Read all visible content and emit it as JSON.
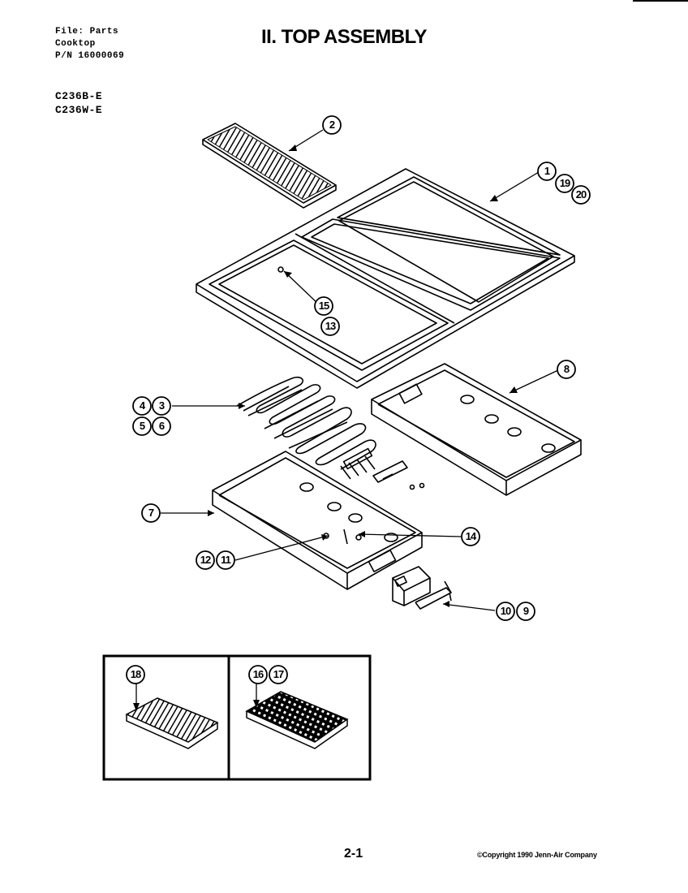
{
  "header": {
    "file_line": "File: Parts",
    "product_line": "Cooktop",
    "pn_line": "P/N 16000069"
  },
  "title": "II. TOP ASSEMBLY",
  "models": [
    "C236B-E",
    "C236W-E"
  ],
  "callouts": {
    "c1": "1",
    "c19": "19",
    "c20": "20",
    "c2": "2",
    "c15": "15",
    "c13": "13",
    "c8": "8",
    "c4": "4",
    "c3": "3",
    "c5": "5",
    "c6": "6",
    "c7": "7",
    "c14": "14",
    "c12": "12",
    "c11": "11",
    "c10": "10",
    "c9": "9",
    "c18": "18",
    "c16": "16",
    "c17": "17"
  },
  "footer": {
    "page": "2-1",
    "copyright": "©Copyright 1990 Jenn-Air Company"
  }
}
